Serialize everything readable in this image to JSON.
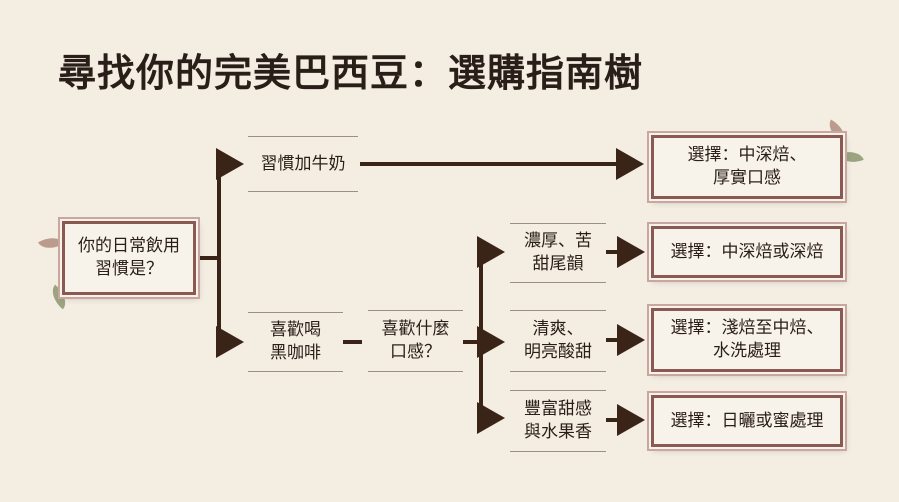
{
  "title": "尋找你的完美巴西豆：選購指南樹",
  "nodes": {
    "root": "你的日常飲用\n習慣是？",
    "milk": "習慣加牛奶",
    "black": "喜歡喝\n黑咖啡",
    "taste": "喜歡什麼\n口感？",
    "rich": "濃厚、苦\n甜尾韻",
    "bright": "清爽、\n明亮酸甜",
    "fruity": "豐富甜感\n與水果香"
  },
  "results": {
    "r1": "選擇：中深焙、\n厚實口感",
    "r2": "選擇：中深焙或深焙",
    "r3": "選擇：淺焙至中焙、\n水洗處理",
    "r4": "選擇：日曬或蜜處理"
  },
  "colors": {
    "line": "#3a2418",
    "border": "#8a5a52",
    "background": "#f3ede2"
  }
}
